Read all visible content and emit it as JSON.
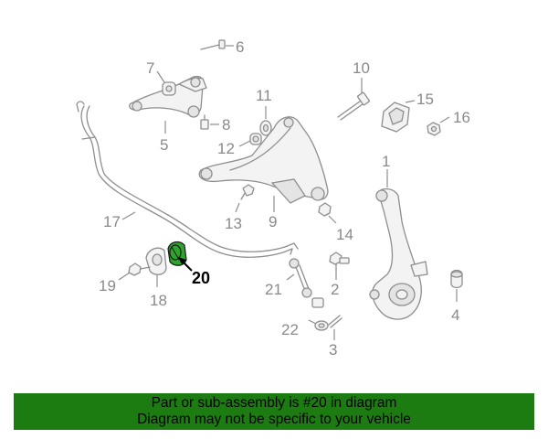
{
  "callouts": {
    "c1": "1",
    "c2": "2",
    "c3": "3",
    "c4": "4",
    "c5": "5",
    "c6": "6",
    "c7": "7",
    "c8": "8",
    "c9": "9",
    "c10": "10",
    "c11": "11",
    "c12": "12",
    "c13": "13",
    "c14": "14",
    "c15": "15",
    "c16": "16",
    "c17": "17",
    "c18": "18",
    "c19": "19",
    "c20": "20",
    "c21": "21",
    "c22": "22"
  },
  "highlight_part": "20",
  "colors": {
    "banner": "#1c7c12",
    "highlight": "#2ea32e",
    "line": "#8e8e8e"
  },
  "banner": {
    "line1": "Part or sub-assembly is #20 in diagram",
    "line2": "Diagram may not be specific to your vehicle"
  }
}
